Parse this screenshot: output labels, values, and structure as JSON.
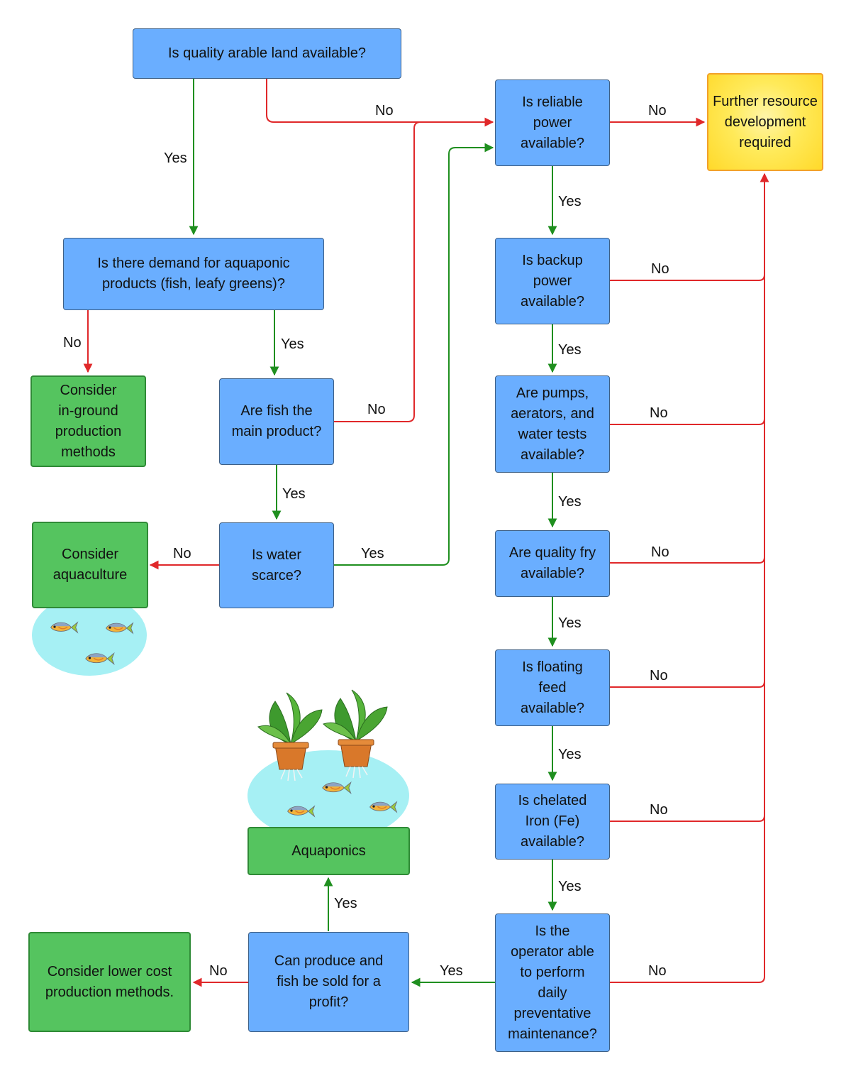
{
  "nodes": {
    "arable": {
      "lines": [
        "Is quality arable land available?"
      ]
    },
    "demand": {
      "lines": [
        "Is there demand for aquaponic",
        "products (fish, leafy greens)?"
      ]
    },
    "inground": {
      "lines": [
        "Consider",
        "in-ground",
        "production",
        "methods"
      ]
    },
    "fish_main": {
      "lines": [
        "Are fish the",
        "main product?"
      ]
    },
    "water": {
      "lines": [
        "Is water",
        "scarce?"
      ]
    },
    "aquaculture": {
      "lines": [
        "Consider",
        "aquaculture"
      ]
    },
    "power": {
      "lines": [
        "Is reliable",
        "power",
        "available?"
      ]
    },
    "further": {
      "lines": [
        "Further resource",
        "development",
        "required"
      ]
    },
    "backup": {
      "lines": [
        "Is backup",
        "power",
        "available?"
      ]
    },
    "pumps": {
      "lines": [
        "Are pumps,",
        "aerators, and",
        "water tests",
        "available?"
      ]
    },
    "fry": {
      "lines": [
        "Are quality fry",
        "available?"
      ]
    },
    "feed": {
      "lines": [
        "Is floating",
        "feed",
        "available?"
      ]
    },
    "iron": {
      "lines": [
        "Is chelated",
        "Iron (Fe)",
        "available?"
      ]
    },
    "operator": {
      "lines": [
        "Is the",
        "operator able",
        "to perform",
        "daily",
        "preventative",
        "maintenance?"
      ]
    },
    "profit": {
      "lines": [
        "Can produce and",
        "fish be sold for a",
        "profit?"
      ]
    },
    "aquaponics": {
      "lines": [
        "Aquaponics"
      ]
    },
    "lowcost": {
      "lines": [
        "Consider lower cost",
        "production methods."
      ]
    }
  },
  "edge_labels": {
    "arable_yes": "Yes",
    "arable_no": "No",
    "demand_no": "No",
    "demand_yes": "Yes",
    "fish_no": "No",
    "fish_yes": "Yes",
    "water_no": "No",
    "water_yes": "Yes",
    "power_no": "No",
    "power_yes": "Yes",
    "backup_no": "No",
    "backup_yes": "Yes",
    "pumps_no": "No",
    "pumps_yes": "Yes",
    "fry_no": "No",
    "fry_yes": "Yes",
    "feed_no": "No",
    "feed_yes": "Yes",
    "iron_no": "No",
    "iron_yes": "Yes",
    "operator_no": "No",
    "operator_yes": "Yes",
    "profit_no": "No",
    "profit_yes": "Yes"
  },
  "colors": {
    "question_fill": "#6aaeff",
    "outcome_fill": "#55c45f",
    "further_fill": "#ffe84a",
    "yes_arrow": "#1f8f1f",
    "no_arrow": "#e0282a",
    "pond": "#a6f0f4"
  },
  "illustrations": {
    "pond_fish_icon": "fish-pond-icon",
    "aquaponics_icon": "potted-plants-pond-icon"
  }
}
